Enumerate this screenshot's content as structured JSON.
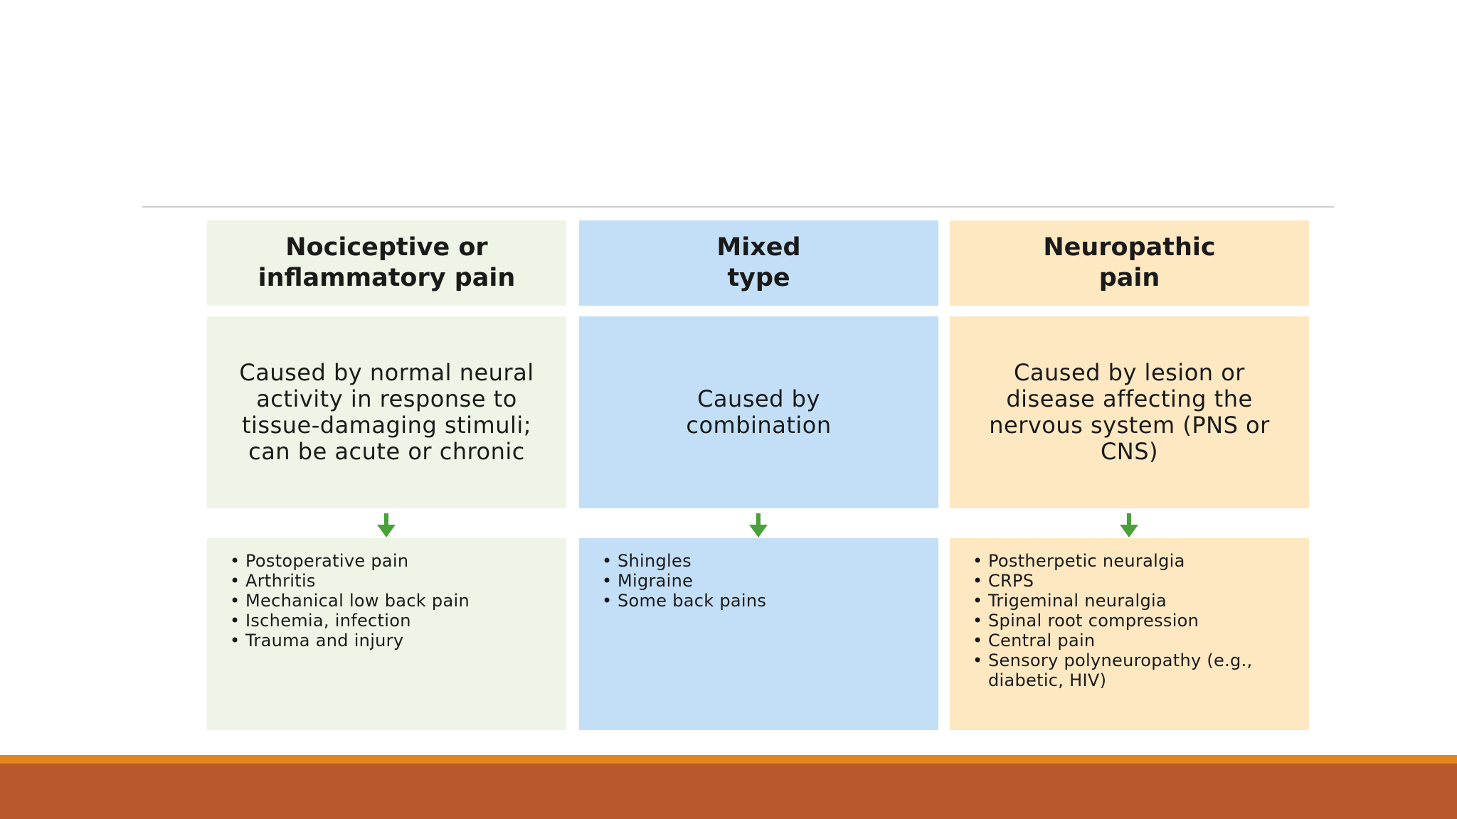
{
  "columns": [
    {
      "title_line1": "Nociceptive or",
      "title_line2": "inflammatory pain",
      "description": "Caused by normal neural activity in response to tissue-damaging stimuli; can be acute or chronic",
      "examples": [
        "Postoperative pain",
        "Arthritis",
        "Mechanical low back pain",
        "Ischemia, infection",
        "Trauma and injury"
      ],
      "color": "#eef5e6"
    },
    {
      "title_line1": "Mixed",
      "title_line2": "type",
      "description": "Caused by combination",
      "examples": [
        "Shingles",
        "Migraine",
        "Some back pains"
      ],
      "color": "#c3dff8"
    },
    {
      "title_line1": "Neuropathic",
      "title_line2": "pain",
      "description": "Caused by lesion or disease affecting the nervous system (PNS or CNS)",
      "examples": [
        "Postherpetic neuralgia",
        "CRPS",
        "Trigeminal neuralgia",
        "Spinal root compression",
        "Central pain",
        "Sensory polyneuropathy (e.g., diabetic, HIV)"
      ],
      "color": "#fde8c2"
    }
  ],
  "arrow_icon": "down-arrow-icon",
  "arrow_color": "#4aa03a",
  "footer_colors": {
    "accent": "#e3861d",
    "bar": "#b9582a"
  }
}
